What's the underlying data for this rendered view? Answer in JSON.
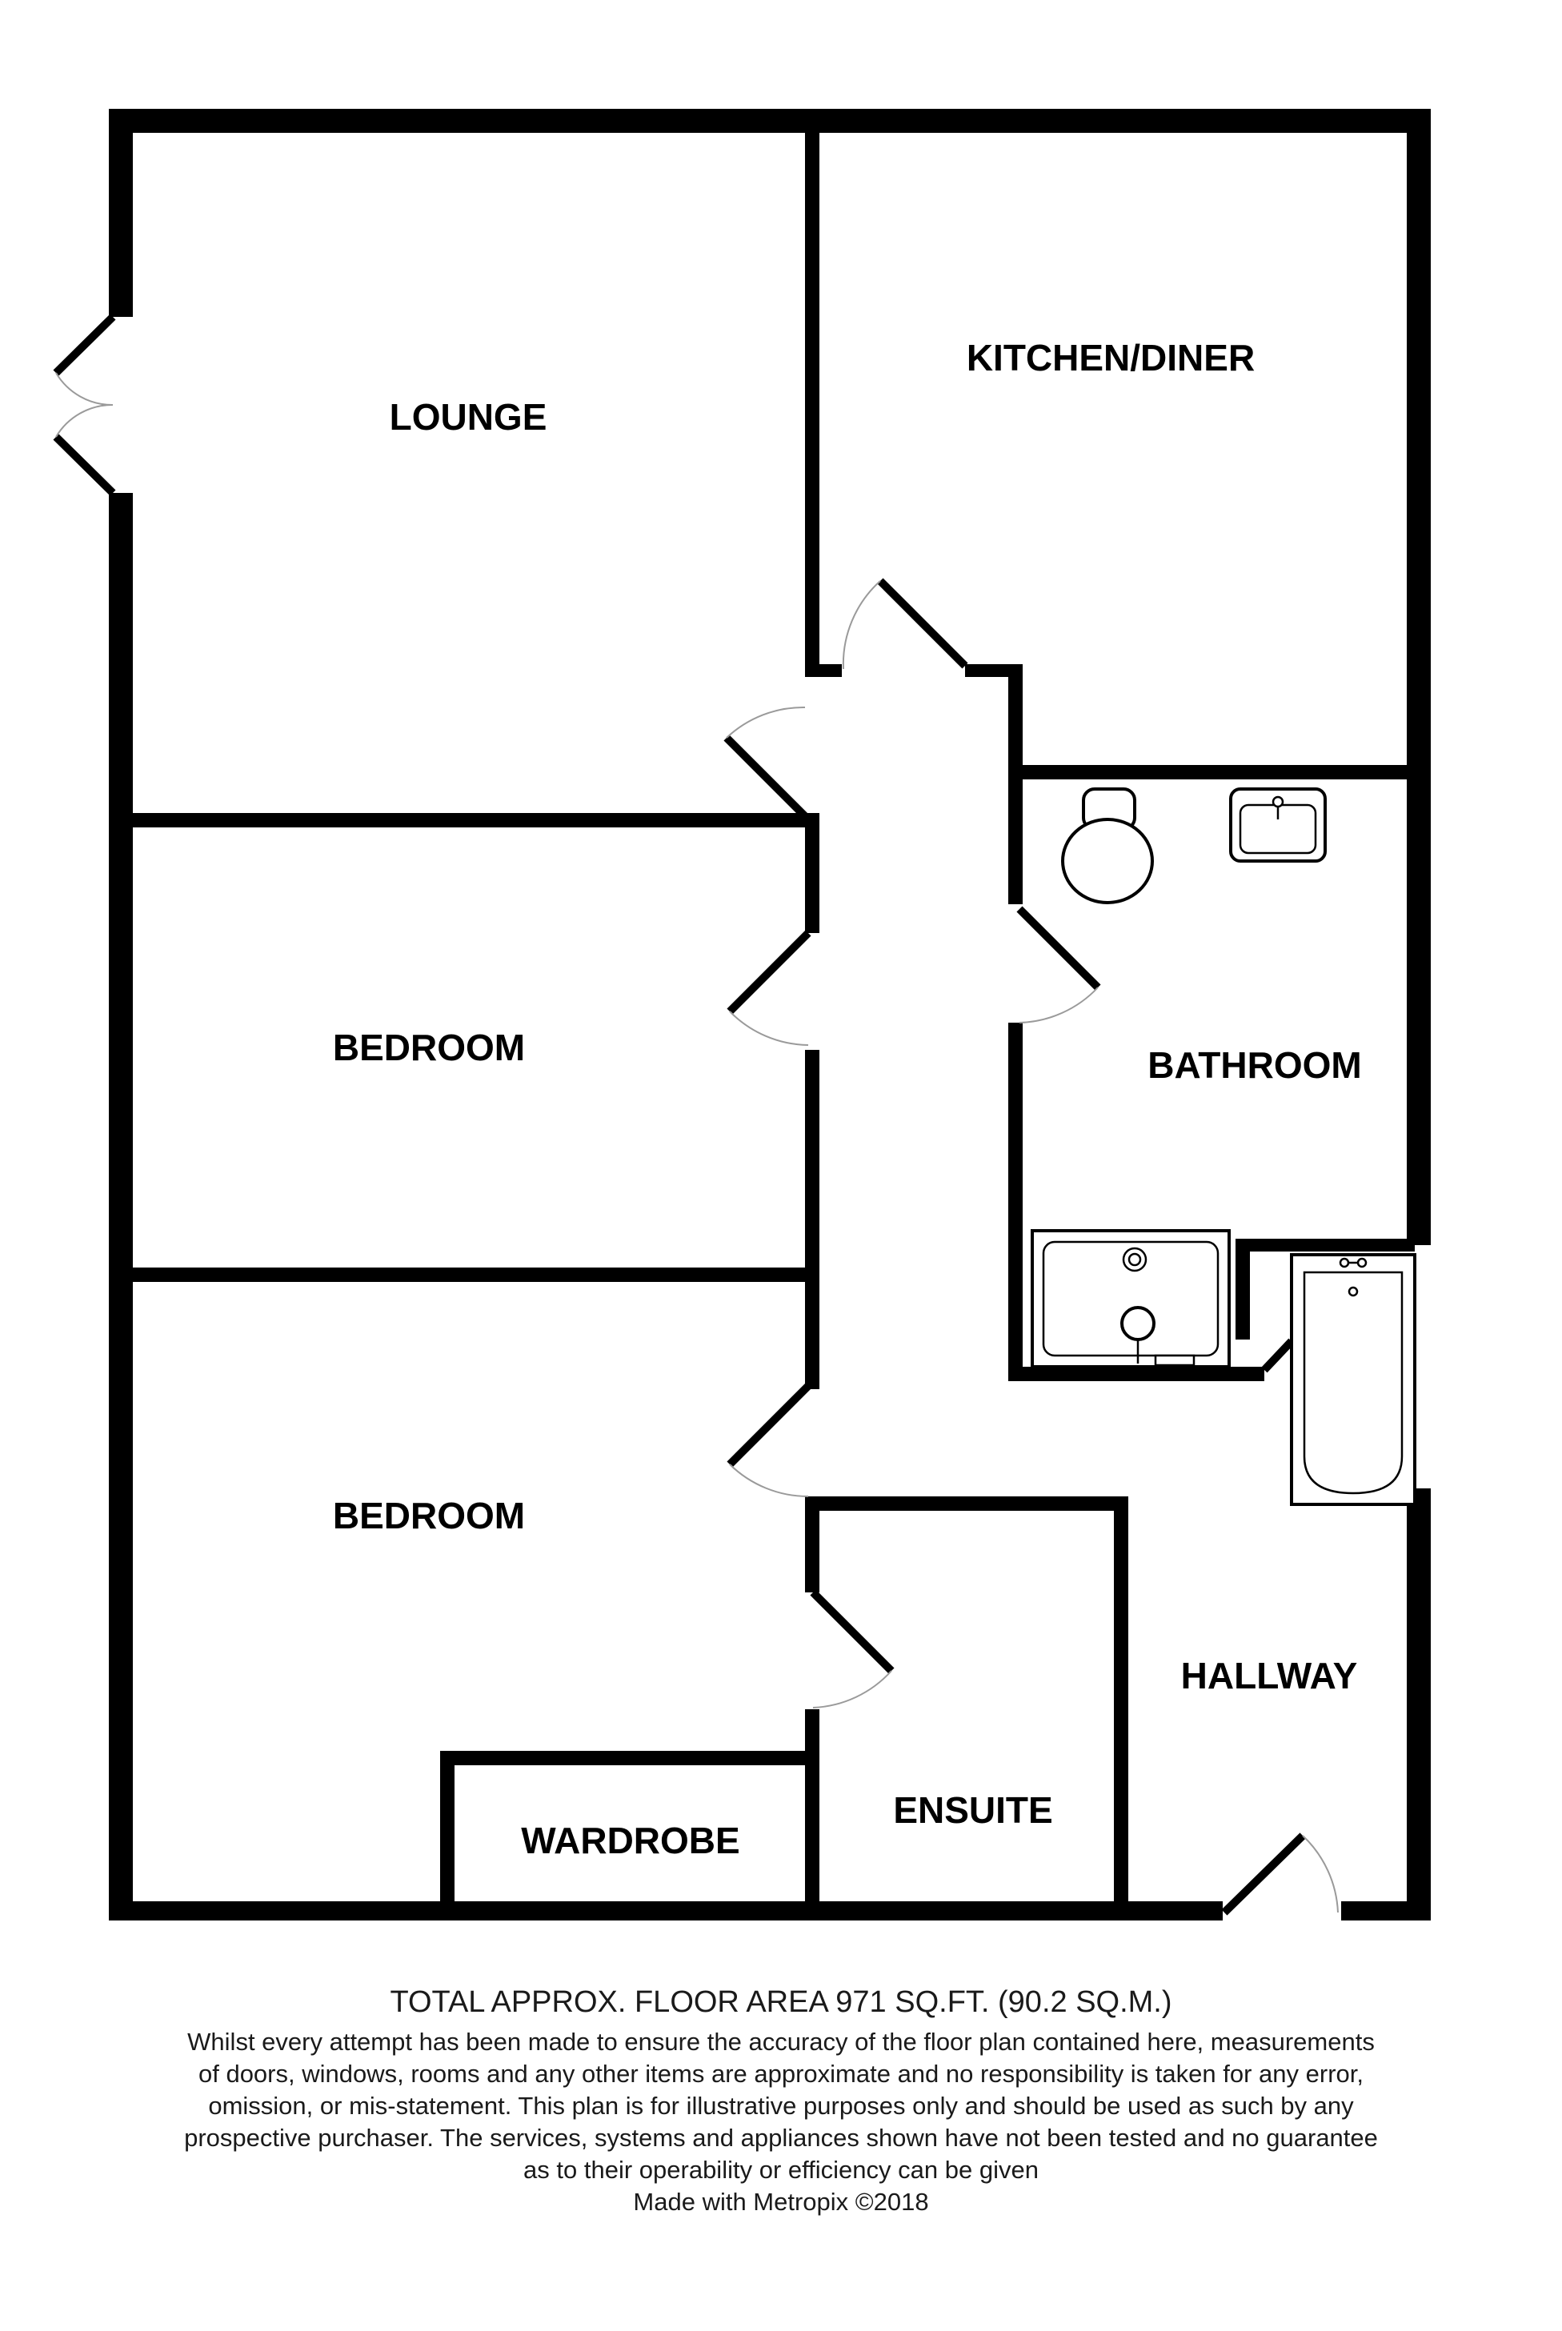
{
  "rooms": {
    "lounge": "LOUNGE",
    "kitchen_diner": "KITCHEN/DINER",
    "bedroom_1": "BEDROOM",
    "bedroom_2": "BEDROOM",
    "bathroom": "BATHROOM",
    "hallway": "HALLWAY",
    "ensuite": "ENSUITE",
    "wardrobe": "WARDROBE"
  },
  "footer": {
    "area": "TOTAL APPROX. FLOOR AREA 971 SQ.FT. (90.2 SQ.M.)",
    "disclaimer_lines": [
      "Whilst every attempt has been made to ensure the accuracy of the floor plan contained here, measurements",
      "of doors, windows, rooms and any other items are approximate and no responsibility is taken for any error,",
      "omission, or mis-statement. This plan is for illustrative purposes only and should be used as such by any",
      "prospective purchaser. The services, systems and appliances shown have not been tested and no guarantee",
      "as to their operability or efficiency can be given"
    ],
    "credit": "Made with Metropix ©2018"
  },
  "colors": {
    "wall": "#000000",
    "door_arc": "#9a9a9a",
    "background": "#ffffff",
    "text": "#1a1a1a"
  }
}
